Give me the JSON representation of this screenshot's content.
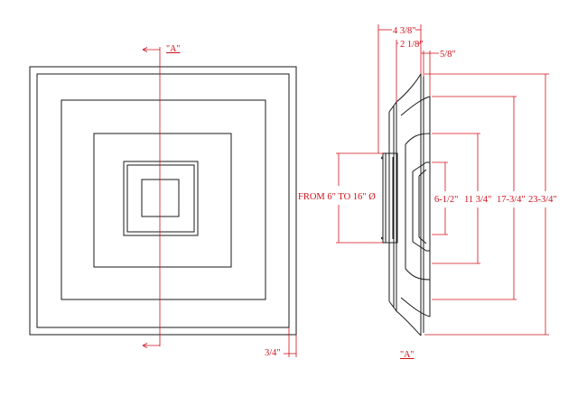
{
  "section_label": "\"A\"",
  "front_view": {
    "section_top": "\"A\"",
    "dim_bottom": "3/4\""
  },
  "side_view": {
    "dim_depth_total": "4 3/8\"",
    "dim_depth_collar": "2 1/8\"",
    "dim_lip": "5/8\"",
    "dim_neck": "FROM 6\" TO 16\" Ø",
    "dim_inner": "6-1/2\"",
    "dim_second": "11 3/4\"",
    "dim_third": "17-3/4\"",
    "dim_overall": "23-3/4\""
  },
  "colors": {
    "outline": "#1a1a1a",
    "dimension": "#d0101a"
  }
}
